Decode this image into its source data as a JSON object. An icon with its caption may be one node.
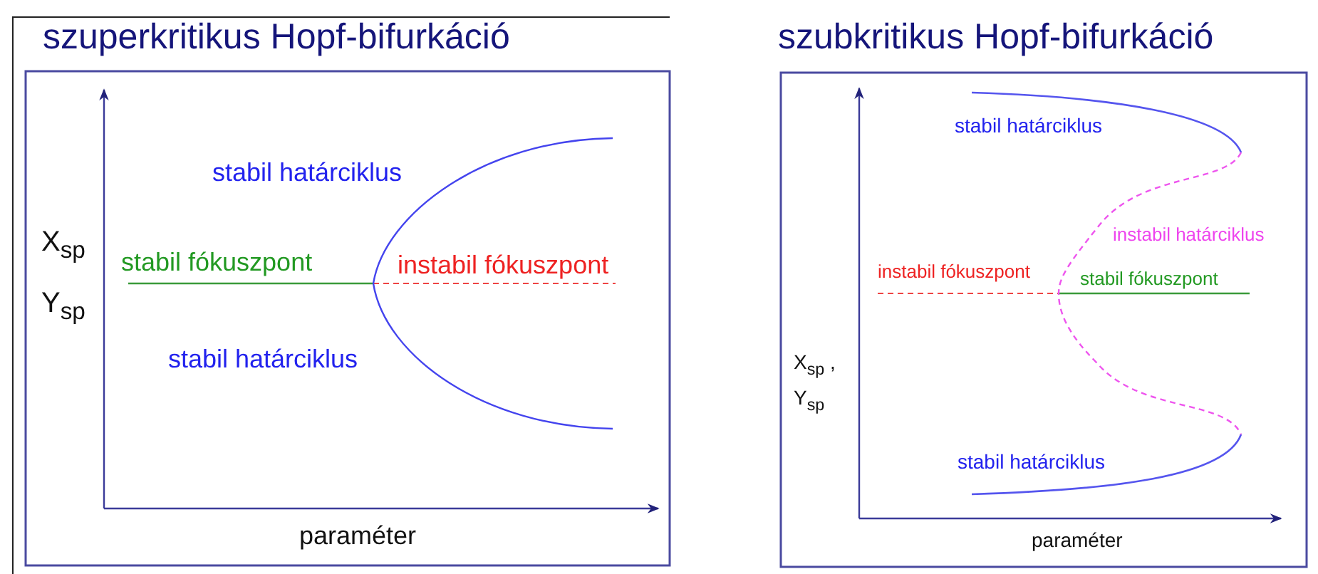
{
  "diagram": {
    "labels": [
      "szuperkritikus Hopf-bifurkáció",
      "szubkritikus Hopf-bifurkáció",
      "stabil határciklus",
      "X$_{sp}$",
      "stabil fókuszpont",
      "instabil fókuszpont",
      "Y$_{sp}$",
      "stabil határciklus",
      "paraméter",
      "stabil határciklus",
      "instabil határciklus",
      "instabil fókuszpont",
      "stabil fókuszpont",
      "X$_{sp}$ ,",
      "Y$_{sp}$",
      "stabil határciklus",
      "paraméter"
    ]
  }
}
